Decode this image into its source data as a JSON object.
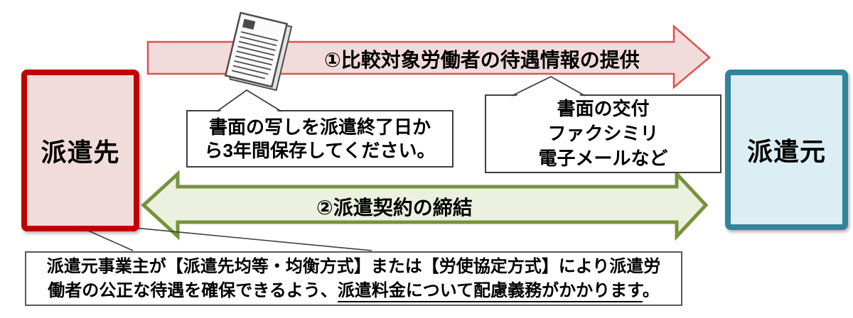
{
  "boxes": {
    "dispatch_destination": "派遣先",
    "dispatch_agency": "派遣元"
  },
  "arrows": {
    "info_provision": "①比較対象労働者の待遇情報の提供",
    "contract": "②派遣契約の締結"
  },
  "callouts": {
    "retention": {
      "line1": "書面の写しを派遣終了日か",
      "line2": "ら3年間保存してください。"
    },
    "delivery": {
      "line1": "書面の交付",
      "line2": "ファクシミリ",
      "line3": "電子メールなど"
    }
  },
  "note": {
    "line1": "派遣元事業主が【派遣先均等・均衡方式】または【労使協定方式】により派遣労",
    "line2_prefix": "働者の公正な待遇を確保できるよう、",
    "line2_underlined": "派遣料金について配慮義務がかかります",
    "line2_suffix": "。"
  },
  "icons": {
    "document": "document-icon"
  },
  "colors": {
    "destination_border": "#c00000",
    "destination_fill": "#f2dcdb",
    "agency_border": "#31849b",
    "agency_fill": "#daeef3",
    "arrow1_stroke": "#dd524e",
    "arrow1_fill": "#f2dcdb",
    "arrow2_stroke": "#77933c",
    "arrow2_fill": "#ebf1de",
    "callout_border": "#3f3f3f",
    "note_border": "#595959",
    "text": "#000000"
  }
}
